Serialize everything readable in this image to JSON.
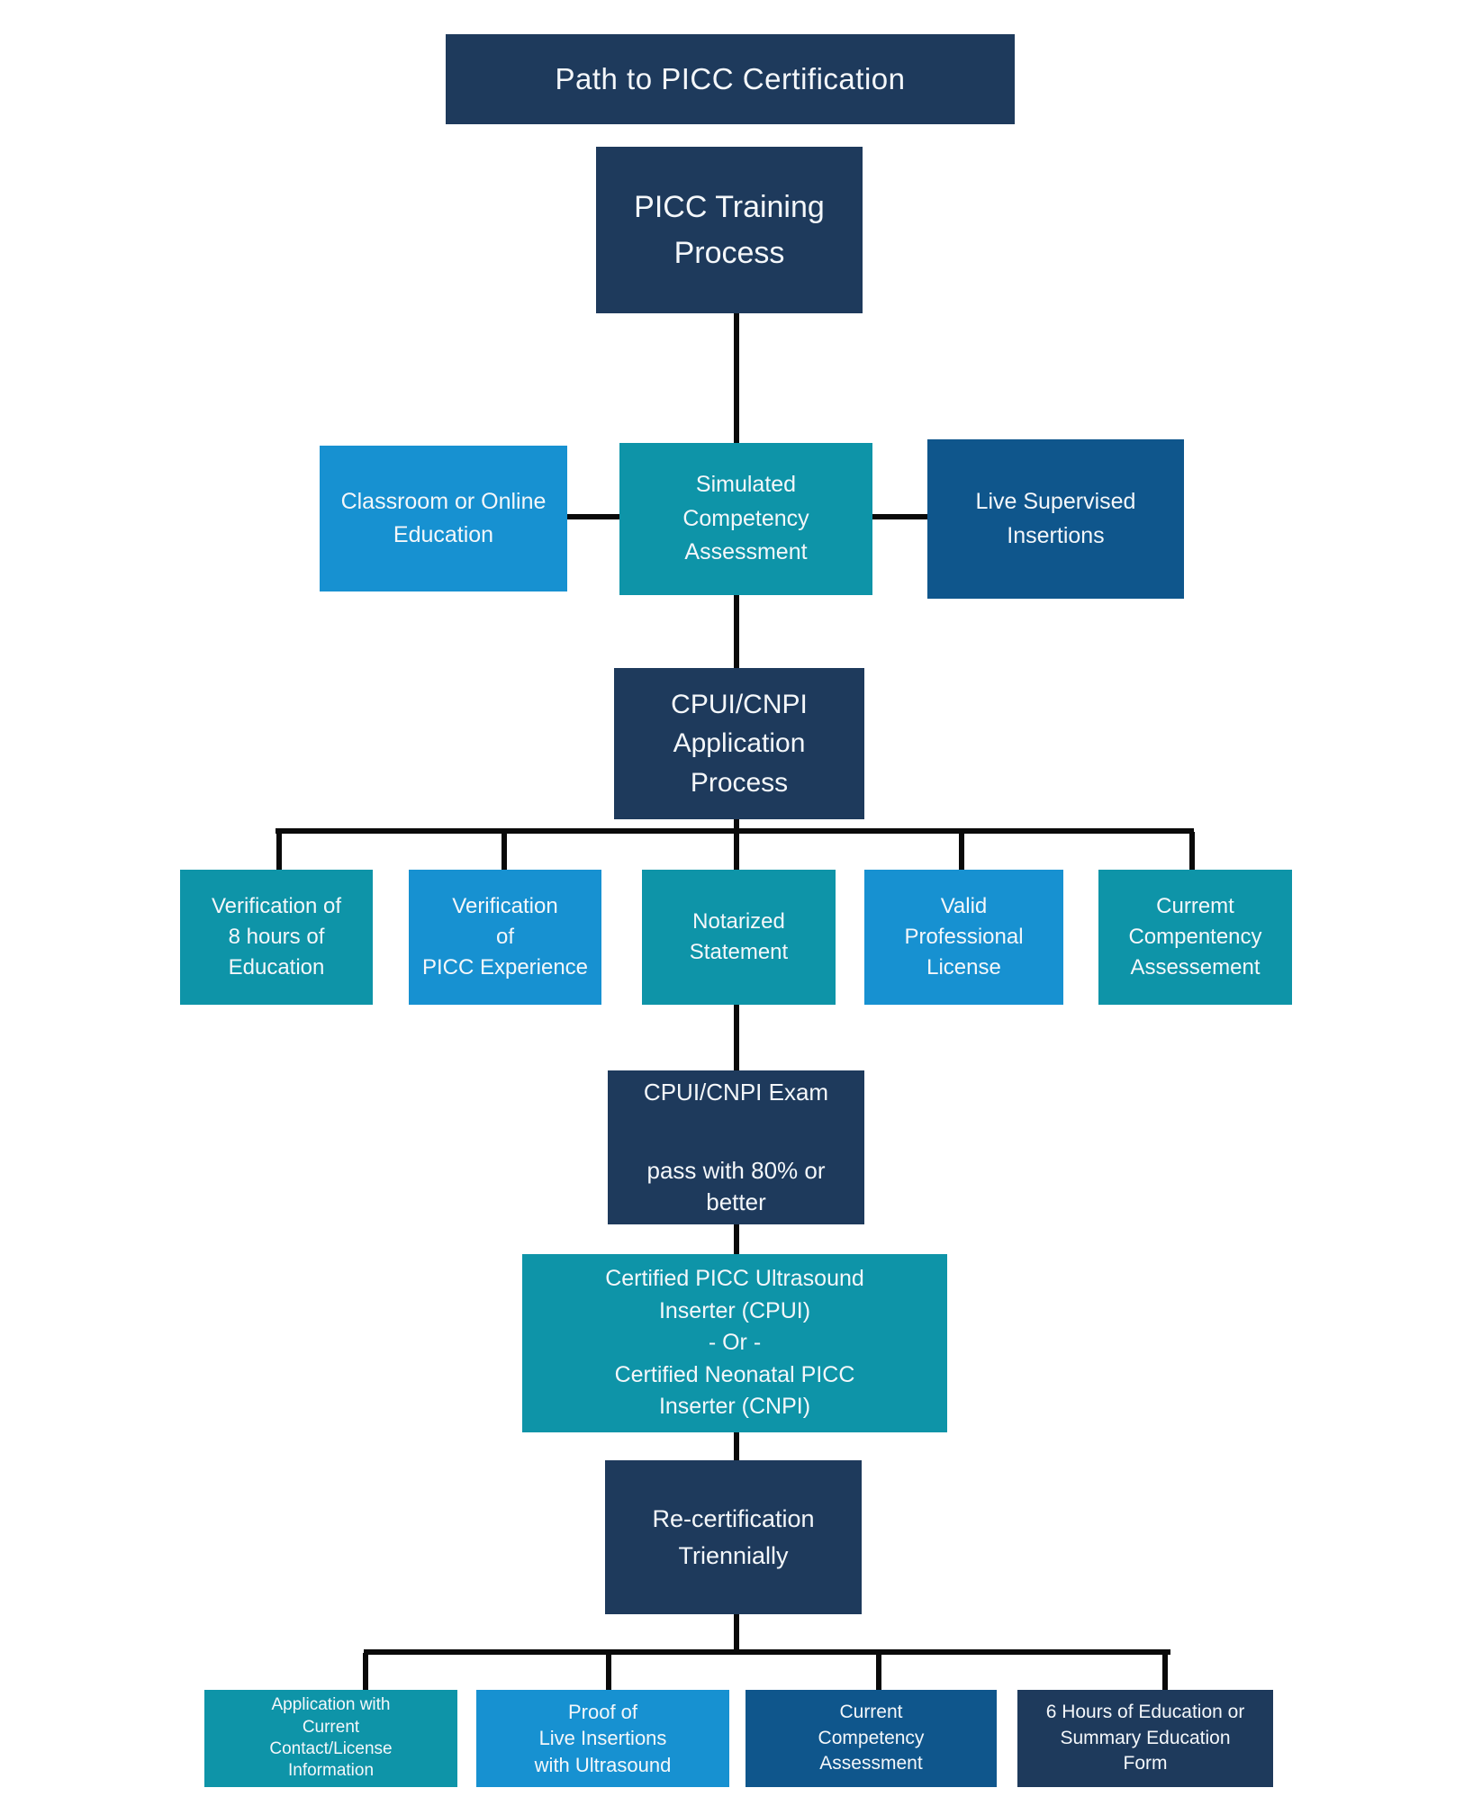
{
  "page_title": "Path to PICC Certification",
  "colors": {
    "navy": "#1e3a5c",
    "teal": "#0e94a8",
    "blue": "#1791d1",
    "medblue": "#0f568c",
    "line": "#0a0a0a"
  },
  "nodes": {
    "title": {
      "label": "Path to PICC Certification"
    },
    "training": {
      "label": "PICC Training\nProcess"
    },
    "classroom": {
      "label": "Classroom or Online\nEducation"
    },
    "simulated": {
      "label": "Simulated\nCompetency\nAssessment"
    },
    "live": {
      "label": "Live Supervised\nInsertions"
    },
    "application": {
      "label": "CPUI/CNPI\nApplication\nProcess"
    },
    "verification_education": {
      "label": "Verification of\n8 hours of\nEducation"
    },
    "verification_experience": {
      "label": "Verification\nof\nPICC Experience"
    },
    "notarized": {
      "label": "Notarized\nStatement"
    },
    "license": {
      "label": "Valid\nProfessional\nLicense"
    },
    "current_competency_app": {
      "label": "Curremt\nCompentency\nAssessement"
    },
    "exam": {
      "line1": "CPUI/CNPI Exam",
      "line2": "pass with 80% or\nbetter"
    },
    "certified": {
      "label": "Certified PICC Ultrasound\nInserter (CPUI)\n- Or -\nCertified Neonatal PICC\nInserter (CNPI)"
    },
    "recertification": {
      "label": "Re-certification\nTriennially"
    },
    "application_contact": {
      "label": "Application with\nCurrent\nContact/License\nInformation"
    },
    "proof_insertions": {
      "label": "Proof of\nLive Insertions\nwith Ultrasound"
    },
    "current_assessment": {
      "label": "Current\nCompetency\nAssessment"
    },
    "education_hours": {
      "label": "6 Hours of Education or\nSummary Education\nForm"
    }
  }
}
